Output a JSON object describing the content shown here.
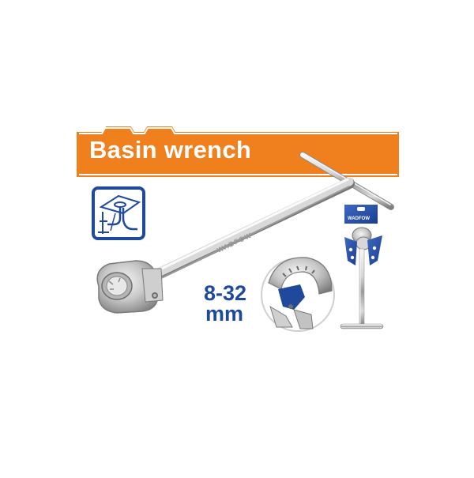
{
  "banner": {
    "title": "Basin wrench"
  },
  "product": {
    "size_range": "8-32",
    "size_unit": "mm",
    "handle_brand": "WADFOW",
    "card_brand": "WADFOW"
  },
  "colors": {
    "banner_orange": "#f07f1e",
    "brand_blue": "#1f4a9c",
    "text_white": "#ffffff"
  },
  "icons": {
    "usage_illustration": "basin-under-sink-icon"
  }
}
